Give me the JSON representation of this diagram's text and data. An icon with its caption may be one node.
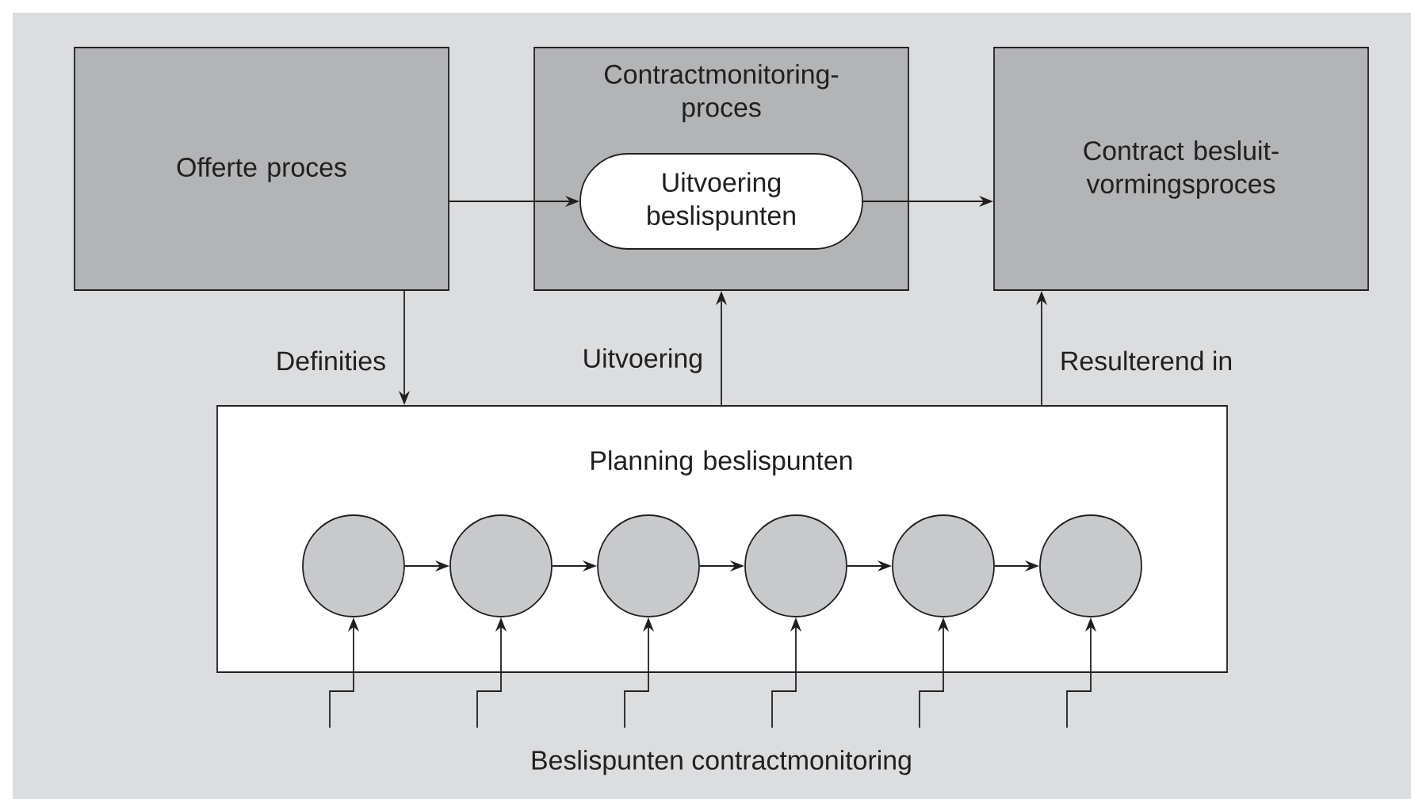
{
  "diagram": {
    "nodes": [
      {
        "text": [
          "Offerte proces"
        ]
      },
      {
        "text": [
          "Contractmonitoring-proces"
        ]
      },
      {
        "text": [
          "Uitvoering beslispunten"
        ],
        "in": 1
      },
      {
        "text": [
          "Contract besluit-vormingsproces"
        ]
      },
      {
        "text": [
          "Planning beslispunten"
        ]
      },
      {
        "text": [],
        "shape": "circle",
        "in": 4
      },
      {
        "text": [],
        "shape": "circle",
        "in": 4
      },
      {
        "text": [],
        "shape": "circle",
        "in": 4
      },
      {
        "text": [],
        "shape": "circle",
        "in": 4
      },
      {
        "text": [],
        "shape": "circle",
        "in": 4
      },
      {
        "text": [],
        "shape": "circle",
        "in": 4
      }
    ],
    "edges": [
      {
        "from": 0,
        "to": 2,
        "arrow": "to"
      },
      {
        "from": 2,
        "to": 3,
        "arrow": "to"
      },
      {
        "from": 0,
        "to": 4,
        "arrow": "to",
        "label": "Definities"
      },
      {
        "from": 4,
        "to": 1,
        "arrow": "to",
        "label": "Uitvoering"
      },
      {
        "from": 4,
        "to": 3,
        "arrow": "to",
        "label": "Resulterend in"
      },
      {
        "from": 5,
        "to": 6,
        "arrow": "to"
      },
      {
        "from": 6,
        "to": 7,
        "arrow": "to"
      },
      {
        "from": 7,
        "to": 8,
        "arrow": "to"
      },
      {
        "from": 8,
        "to": 9,
        "arrow": "to"
      },
      {
        "from": 9,
        "to": 10,
        "arrow": "to"
      },
      {
        "from": null,
        "to": 5,
        "arrow": "to"
      },
      {
        "from": null,
        "to": 6,
        "arrow": "to"
      },
      {
        "from": null,
        "to": 7,
        "arrow": "to"
      },
      {
        "from": null,
        "to": 8,
        "arrow": "to"
      },
      {
        "from": null,
        "to": 9,
        "arrow": "to"
      },
      {
        "from": null,
        "to": 10,
        "arrow": "to"
      }
    ],
    "labels": [
      "Beslispunten contractmonitoring"
    ]
  }
}
